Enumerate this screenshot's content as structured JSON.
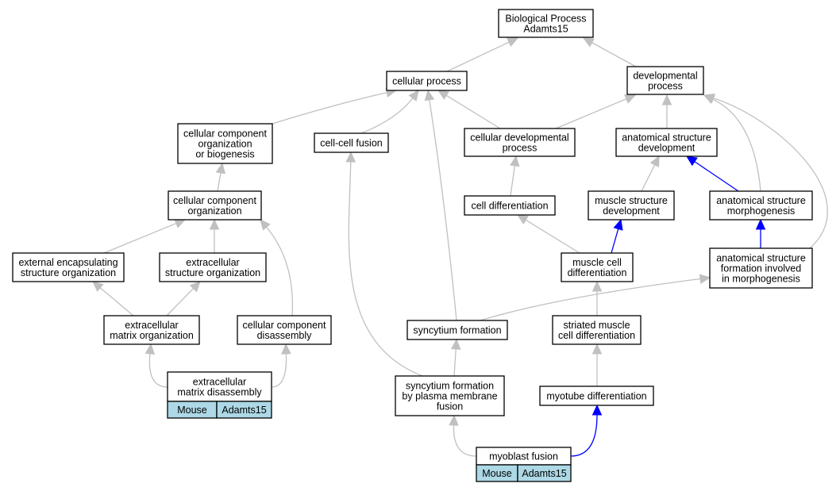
{
  "nodes": {
    "bp": [
      "Biological Process",
      "Adamts15"
    ],
    "cellular_process": [
      "cellular process"
    ],
    "developmental_process": [
      "developmental",
      "process"
    ],
    "ccob": [
      "cellular component",
      "organization",
      "or biogenesis"
    ],
    "cell_cell_fusion": [
      "cell-cell fusion"
    ],
    "cellular_dev_process": [
      "cellular developmental",
      "process"
    ],
    "anat_struct_dev": [
      "anatomical structure",
      "development"
    ],
    "cco": [
      "cellular component",
      "organization"
    ],
    "cell_diff": [
      "cell differentiation"
    ],
    "muscle_struct_dev": [
      "muscle structure",
      "development"
    ],
    "anat_morph": [
      "anatomical structure",
      "morphogenesis"
    ],
    "ext_encap": [
      "external encapsulating",
      "structure organization"
    ],
    "extracell_struct": [
      "extracellular",
      "structure organization"
    ],
    "muscle_cell_diff": [
      "muscle cell",
      "differentiation"
    ],
    "anat_formation": [
      "anatomical structure",
      "formation involved",
      "in morphogenesis"
    ],
    "ecm_org": [
      "extracellular",
      "matrix organization"
    ],
    "cc_disassembly": [
      "cellular component",
      "disassembly"
    ],
    "syncytium_formation": [
      "syncytium formation"
    ],
    "striated_muscle": [
      "striated muscle",
      "cell differentiation"
    ],
    "ecm_disassembly": [
      "extracellular",
      "matrix disassembly"
    ],
    "syncytium_pm_fusion": [
      "syncytium formation",
      "by plasma membrane",
      "fusion"
    ],
    "myotube_diff": [
      "myotube differentiation"
    ],
    "myoblast_fusion": [
      "myoblast fusion"
    ]
  },
  "tags": {
    "ecm_disassembly": [
      "Mouse",
      "Adamts15"
    ],
    "myoblast_fusion": [
      "Mouse",
      "Adamts15"
    ]
  },
  "colors": {
    "edge": "#c0c0c0",
    "edge_highlight": "#0000ff",
    "tag_fill": "#add8e6"
  }
}
